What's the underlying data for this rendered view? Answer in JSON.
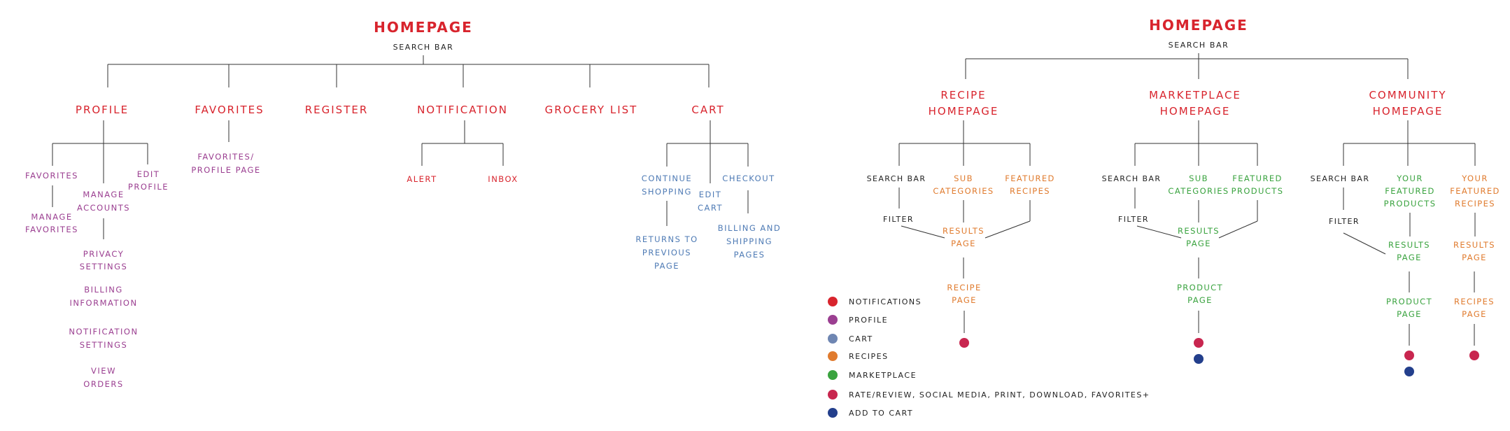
{
  "colors": {
    "notifications": "#d8242d",
    "profile": "#9b3f91",
    "cart": "#6f86b2",
    "recipes": "#e07b2e",
    "marketplace": "#3aa33f",
    "rate_review": "#c8264f",
    "add_to_cart": "#233f8c"
  },
  "left": {
    "title": "HOMEPAGE",
    "subtitle": "SEARCH BAR",
    "branches": {
      "profile": "PROFILE",
      "favorites": "FAVORITES",
      "register": "REGISTER",
      "notification": "NOTIFICATION",
      "grocery": "GROCERY LIST",
      "cart": "CART"
    },
    "profile": {
      "favorites": "FAVORITES",
      "manage_favorites": [
        "MANAGE",
        "FAVORITES"
      ],
      "manage_accounts": [
        "MANAGE",
        "ACCOUNTS"
      ],
      "edit_profile": [
        "EDIT",
        "PROFILE"
      ],
      "privacy": [
        "PRIVACY",
        "SETTINGS"
      ],
      "billing": [
        "BILLING",
        "INFORMATION"
      ],
      "notif_settings": [
        "NOTIFICATION",
        "SETTINGS"
      ],
      "view_orders": [
        "VIEW",
        "ORDERS"
      ]
    },
    "favorites": {
      "page": [
        "FAVORITES/",
        "PROFILE PAGE"
      ]
    },
    "notification": {
      "alert": "ALERT",
      "inbox": "INBOX"
    },
    "cart": {
      "continue": [
        "CONTINUE",
        "SHOPPING"
      ],
      "edit_cart": [
        "EDIT",
        "CART"
      ],
      "checkout": "CHECKOUT",
      "returns": [
        "RETURNS TO",
        "PREVIOUS",
        "PAGE"
      ],
      "billing_shipping": [
        "BILLING AND",
        "SHIPPING",
        "PAGES"
      ]
    }
  },
  "right": {
    "title": "HOMEPAGE",
    "subtitle": "SEARCH BAR",
    "recipe": {
      "title": [
        "RECIPE",
        "HOMEPAGE"
      ],
      "search": "SEARCH BAR",
      "sub": [
        "SUB",
        "CATEGORIES"
      ],
      "featured": [
        "FEATURED",
        "RECIPES"
      ],
      "filter": "FILTER",
      "results": [
        "RESULTS",
        "PAGE"
      ],
      "page": [
        "RECIPE",
        "PAGE"
      ]
    },
    "marketplace": {
      "title": [
        "MARKETPLACE",
        "HOMEPAGE"
      ],
      "search": "SEARCH BAR",
      "sub": [
        "SUB",
        "CATEGORIES"
      ],
      "featured": [
        "FEATURED",
        "PRODUCTS"
      ],
      "filter": "FILTER",
      "results": [
        "RESULTS",
        "PAGE"
      ],
      "page": [
        "PRODUCT",
        "PAGE"
      ]
    },
    "community": {
      "title": [
        "COMMUNITY",
        "HOMEPAGE"
      ],
      "search": "SEARCH BAR",
      "your_products": [
        "YOUR",
        "FEATURED",
        "PRODUCTS"
      ],
      "your_recipes": [
        "YOUR",
        "FEATURED",
        "RECIPES"
      ],
      "filter": "FILTER",
      "results_a": [
        "RESULTS",
        "PAGE"
      ],
      "results_b": [
        "RESULTS",
        "PAGE"
      ],
      "product_page": [
        "PRODUCT",
        "PAGE"
      ],
      "recipes_page": [
        "RECIPES",
        "PAGE"
      ]
    }
  },
  "legend": [
    {
      "label": "NOTIFICATIONS",
      "color": "#d8242d"
    },
    {
      "label": "PROFILE",
      "color": "#9b3f91"
    },
    {
      "label": "CART",
      "color": "#6f86b2"
    },
    {
      "label": "RECIPES",
      "color": "#e07b2e"
    },
    {
      "label": "MARKETPLACE",
      "color": "#3aa33f"
    },
    {
      "label": "RATE/REVIEW, SOCIAL MEDIA, PRINT, DOWNLOAD, FAVORITES+",
      "color": "#c8264f"
    },
    {
      "label": "ADD TO CART",
      "color": "#233f8c"
    }
  ]
}
